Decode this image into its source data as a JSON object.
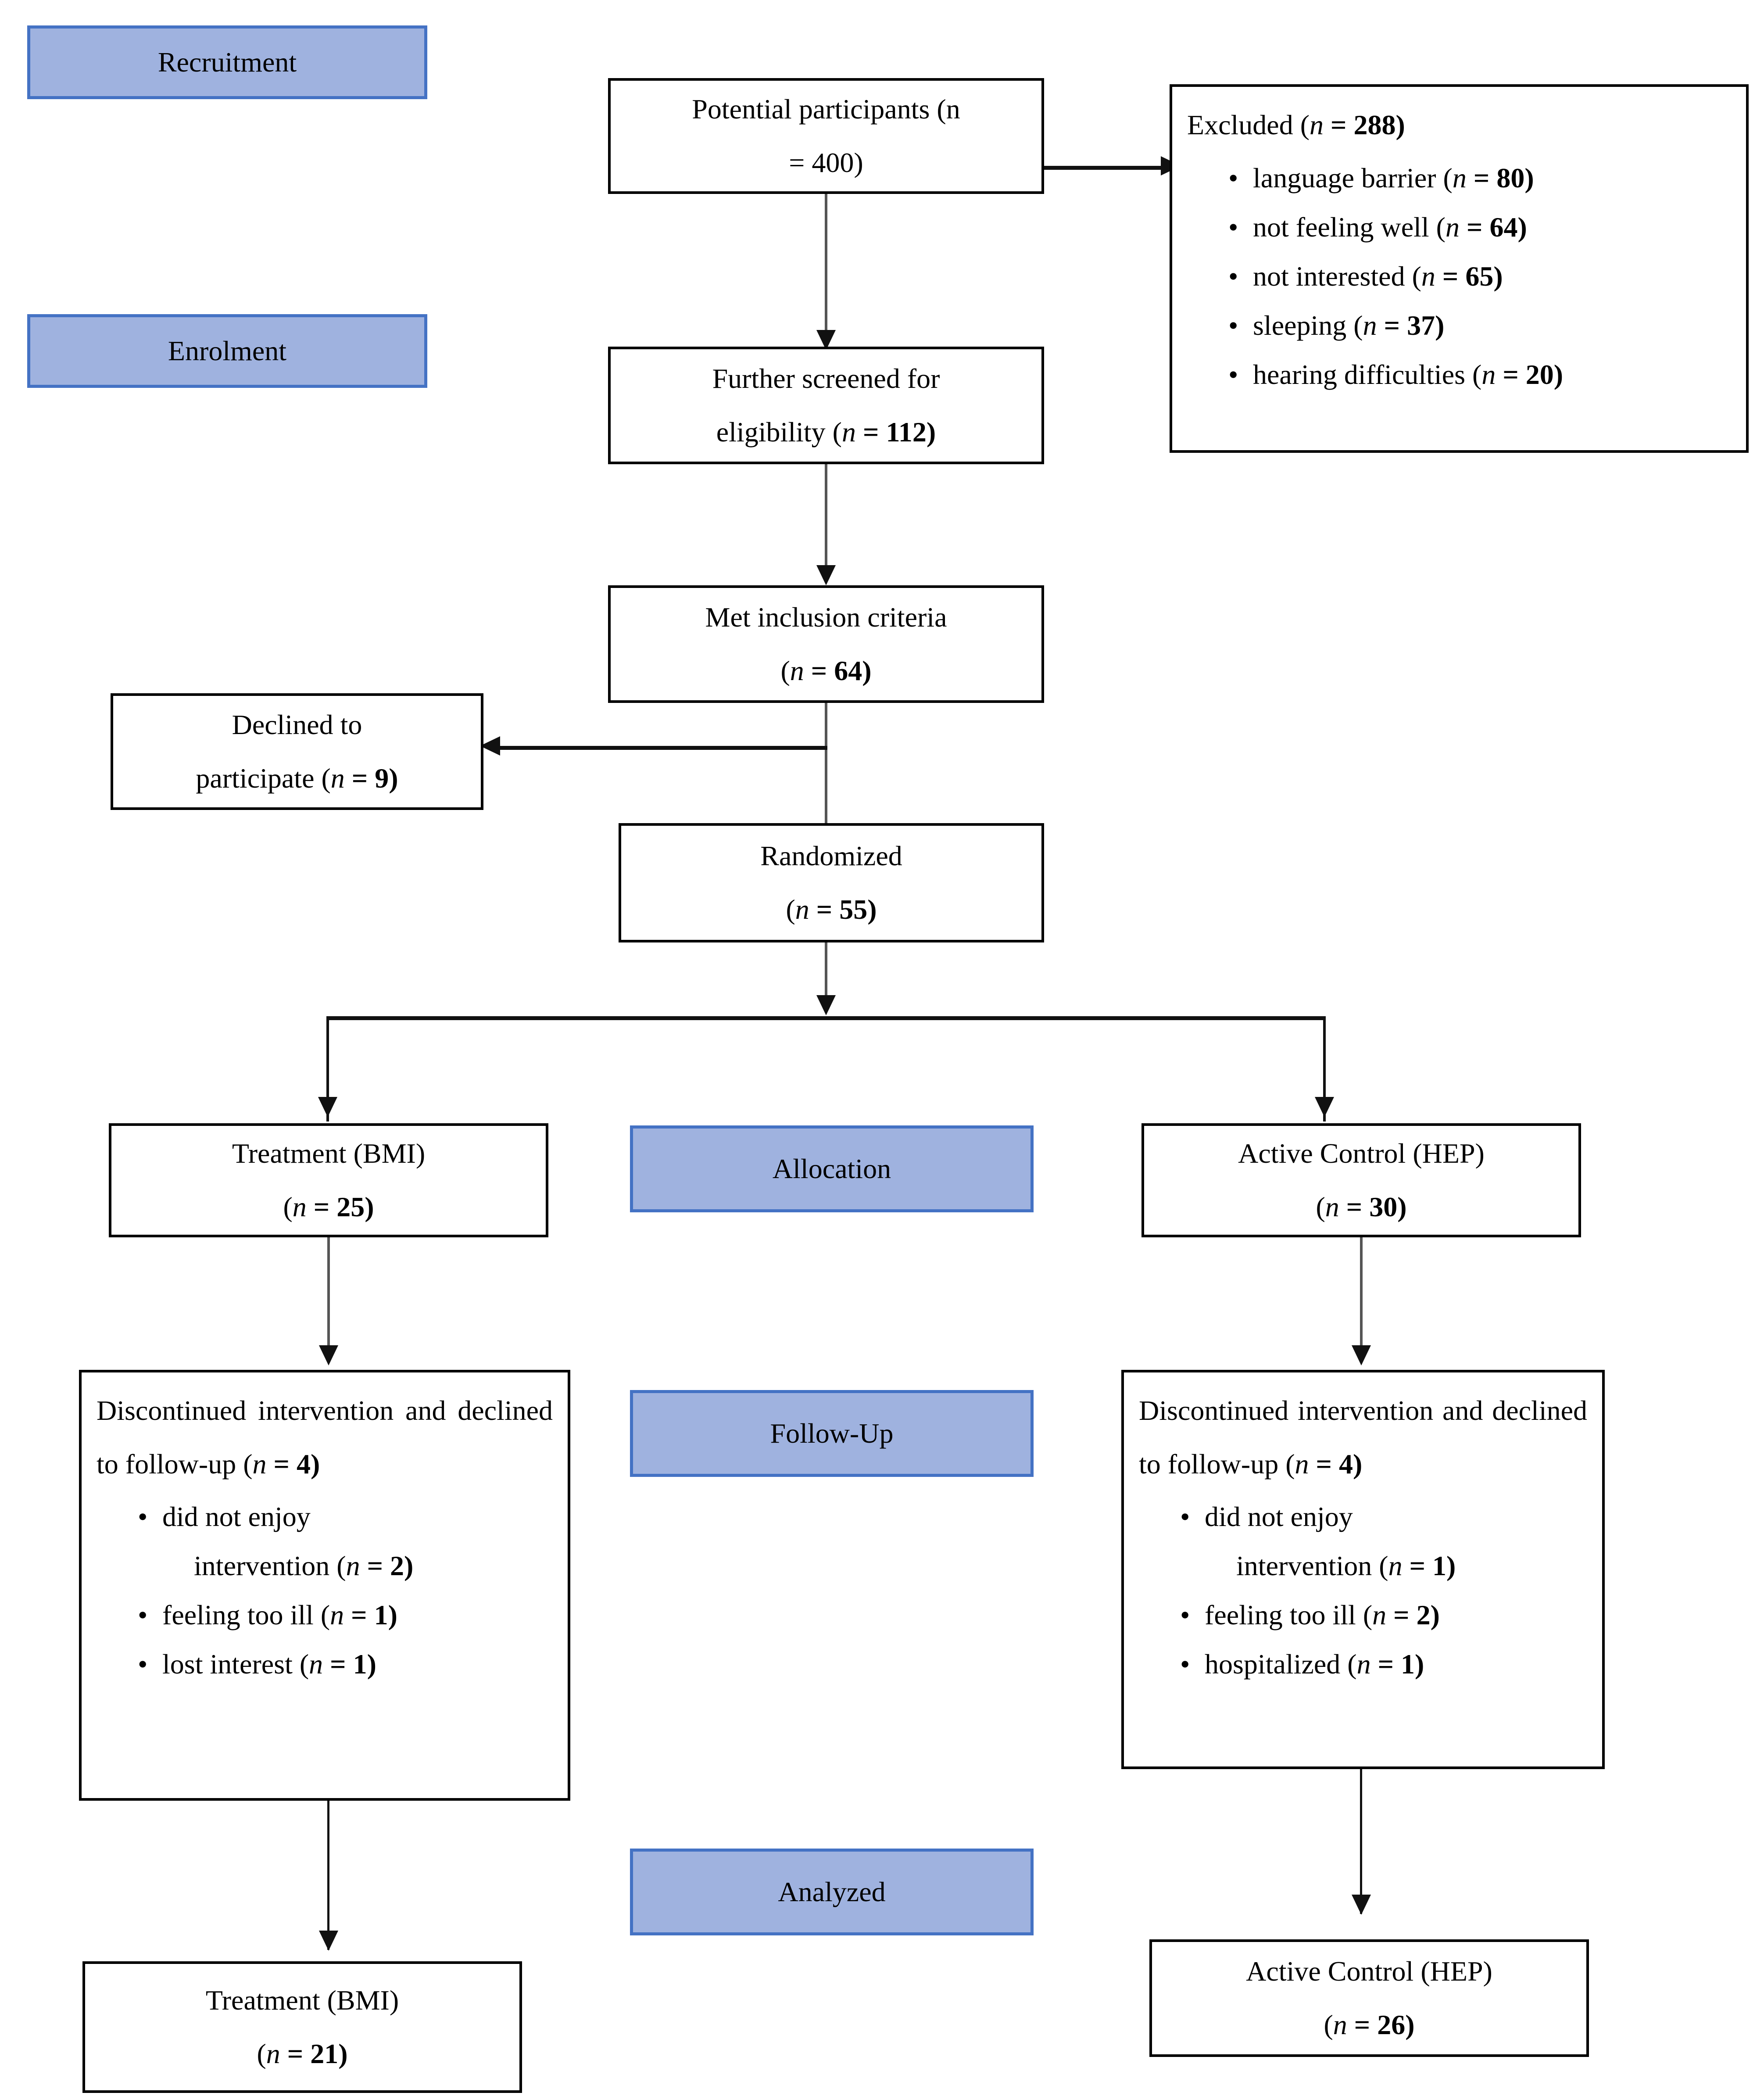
{
  "diagram": {
    "type": "consort-flow-diagram",
    "stage_labels": [
      {
        "key": "recruitment",
        "label": "Recruitment"
      },
      {
        "key": "enrolment",
        "label": "Enrolment"
      },
      {
        "key": "allocation",
        "label": "Allocation"
      },
      {
        "key": "followup",
        "label": "Follow-Up"
      },
      {
        "key": "analyzed",
        "label": "Analyzed"
      }
    ],
    "nodes": {
      "potential_participants": {
        "line1": "Potential participants (n",
        "line2": "= 400)",
        "n": 400
      },
      "excluded": {
        "heading_pre": "Excluded (",
        "heading_n": "n",
        "heading_post": " = 288)",
        "n": 288,
        "items": [
          {
            "text": "language barrier (",
            "nlabel": "n",
            "value": " = 80)"
          },
          {
            "text": "not feeling well (",
            "nlabel": "n",
            "value": " = 64)"
          },
          {
            "text": "not interested (",
            "nlabel": "n",
            "value": " = 65)"
          },
          {
            "text": "sleeping (",
            "nlabel": "n",
            "value": " = 37)"
          },
          {
            "text": "hearing difficulties (",
            "nlabel": "n",
            "value": " = 20)"
          }
        ]
      },
      "further_screened": {
        "line1": "Further screened for",
        "line2_pre": "eligibility (",
        "line2_n": "n",
        "line2_post": " = 112)",
        "n": 112
      },
      "met_inclusion": {
        "line1": "Met inclusion criteria",
        "line2_pre": "(",
        "line2_n": "n",
        "line2_post": " = 64)",
        "n": 64
      },
      "declined": {
        "line1": "Declined to",
        "line2_pre": "participate (",
        "line2_n": "n",
        "line2_post": " = 9)",
        "n": 9
      },
      "randomized": {
        "line1": "Randomized",
        "line2_pre": "(",
        "line2_n": "n",
        "line2_post": " = 55)",
        "n": 55
      },
      "alloc_treatment": {
        "line1": "Treatment (BMI)",
        "line2_pre": "(",
        "line2_n": "n",
        "line2_post": " = 25)",
        "n": 25
      },
      "alloc_control": {
        "line1": "Active Control (HEP)",
        "line2_pre": "(",
        "line2_n": "n",
        "line2_post": " = 30)",
        "n": 30
      },
      "followup_treatment": {
        "body_pre": "Discontinued intervention and declined to follow-up (",
        "body_n": "n",
        "body_post": " = 4)",
        "n": 4,
        "items": [
          {
            "text": "did not enjoy",
            "cont_pre": "intervention (",
            "cont_n": "n",
            "cont_post": " = 2)"
          },
          {
            "text": "feeling too ill (",
            "inline_n": "n",
            "inline_post": " = 1)"
          },
          {
            "text": "lost interest (",
            "inline_n": "n",
            "inline_post": " = 1)"
          }
        ]
      },
      "followup_control": {
        "body_pre": "Discontinued intervention and declined to follow-up (",
        "body_n": "n",
        "body_post": " = 4)",
        "n": 4,
        "items": [
          {
            "text": "did not enjoy",
            "cont_pre": "intervention (",
            "cont_n": "n",
            "cont_post": " = 1)"
          },
          {
            "text": "feeling too ill (",
            "inline_n": "n",
            "inline_post": " = 2)"
          },
          {
            "text": "hospitalized (",
            "inline_n": "n",
            "inline_post": " = 1)"
          }
        ]
      },
      "analyzed_treatment": {
        "line1": "Treatment (BMI)",
        "line2_pre": "(",
        "line2_n": "n",
        "line2_post": " = 21)",
        "n": 21
      },
      "analyzed_control": {
        "line1": "Active Control (HEP)",
        "line2_pre": "(",
        "line2_n": "n",
        "line2_post": " = 26)",
        "n": 26
      }
    },
    "colors": {
      "stage_fill": "#9FB2DF",
      "stage_border": "#4472C4",
      "node_border": "#000000",
      "connector": "#555555",
      "text": "#000000"
    }
  }
}
